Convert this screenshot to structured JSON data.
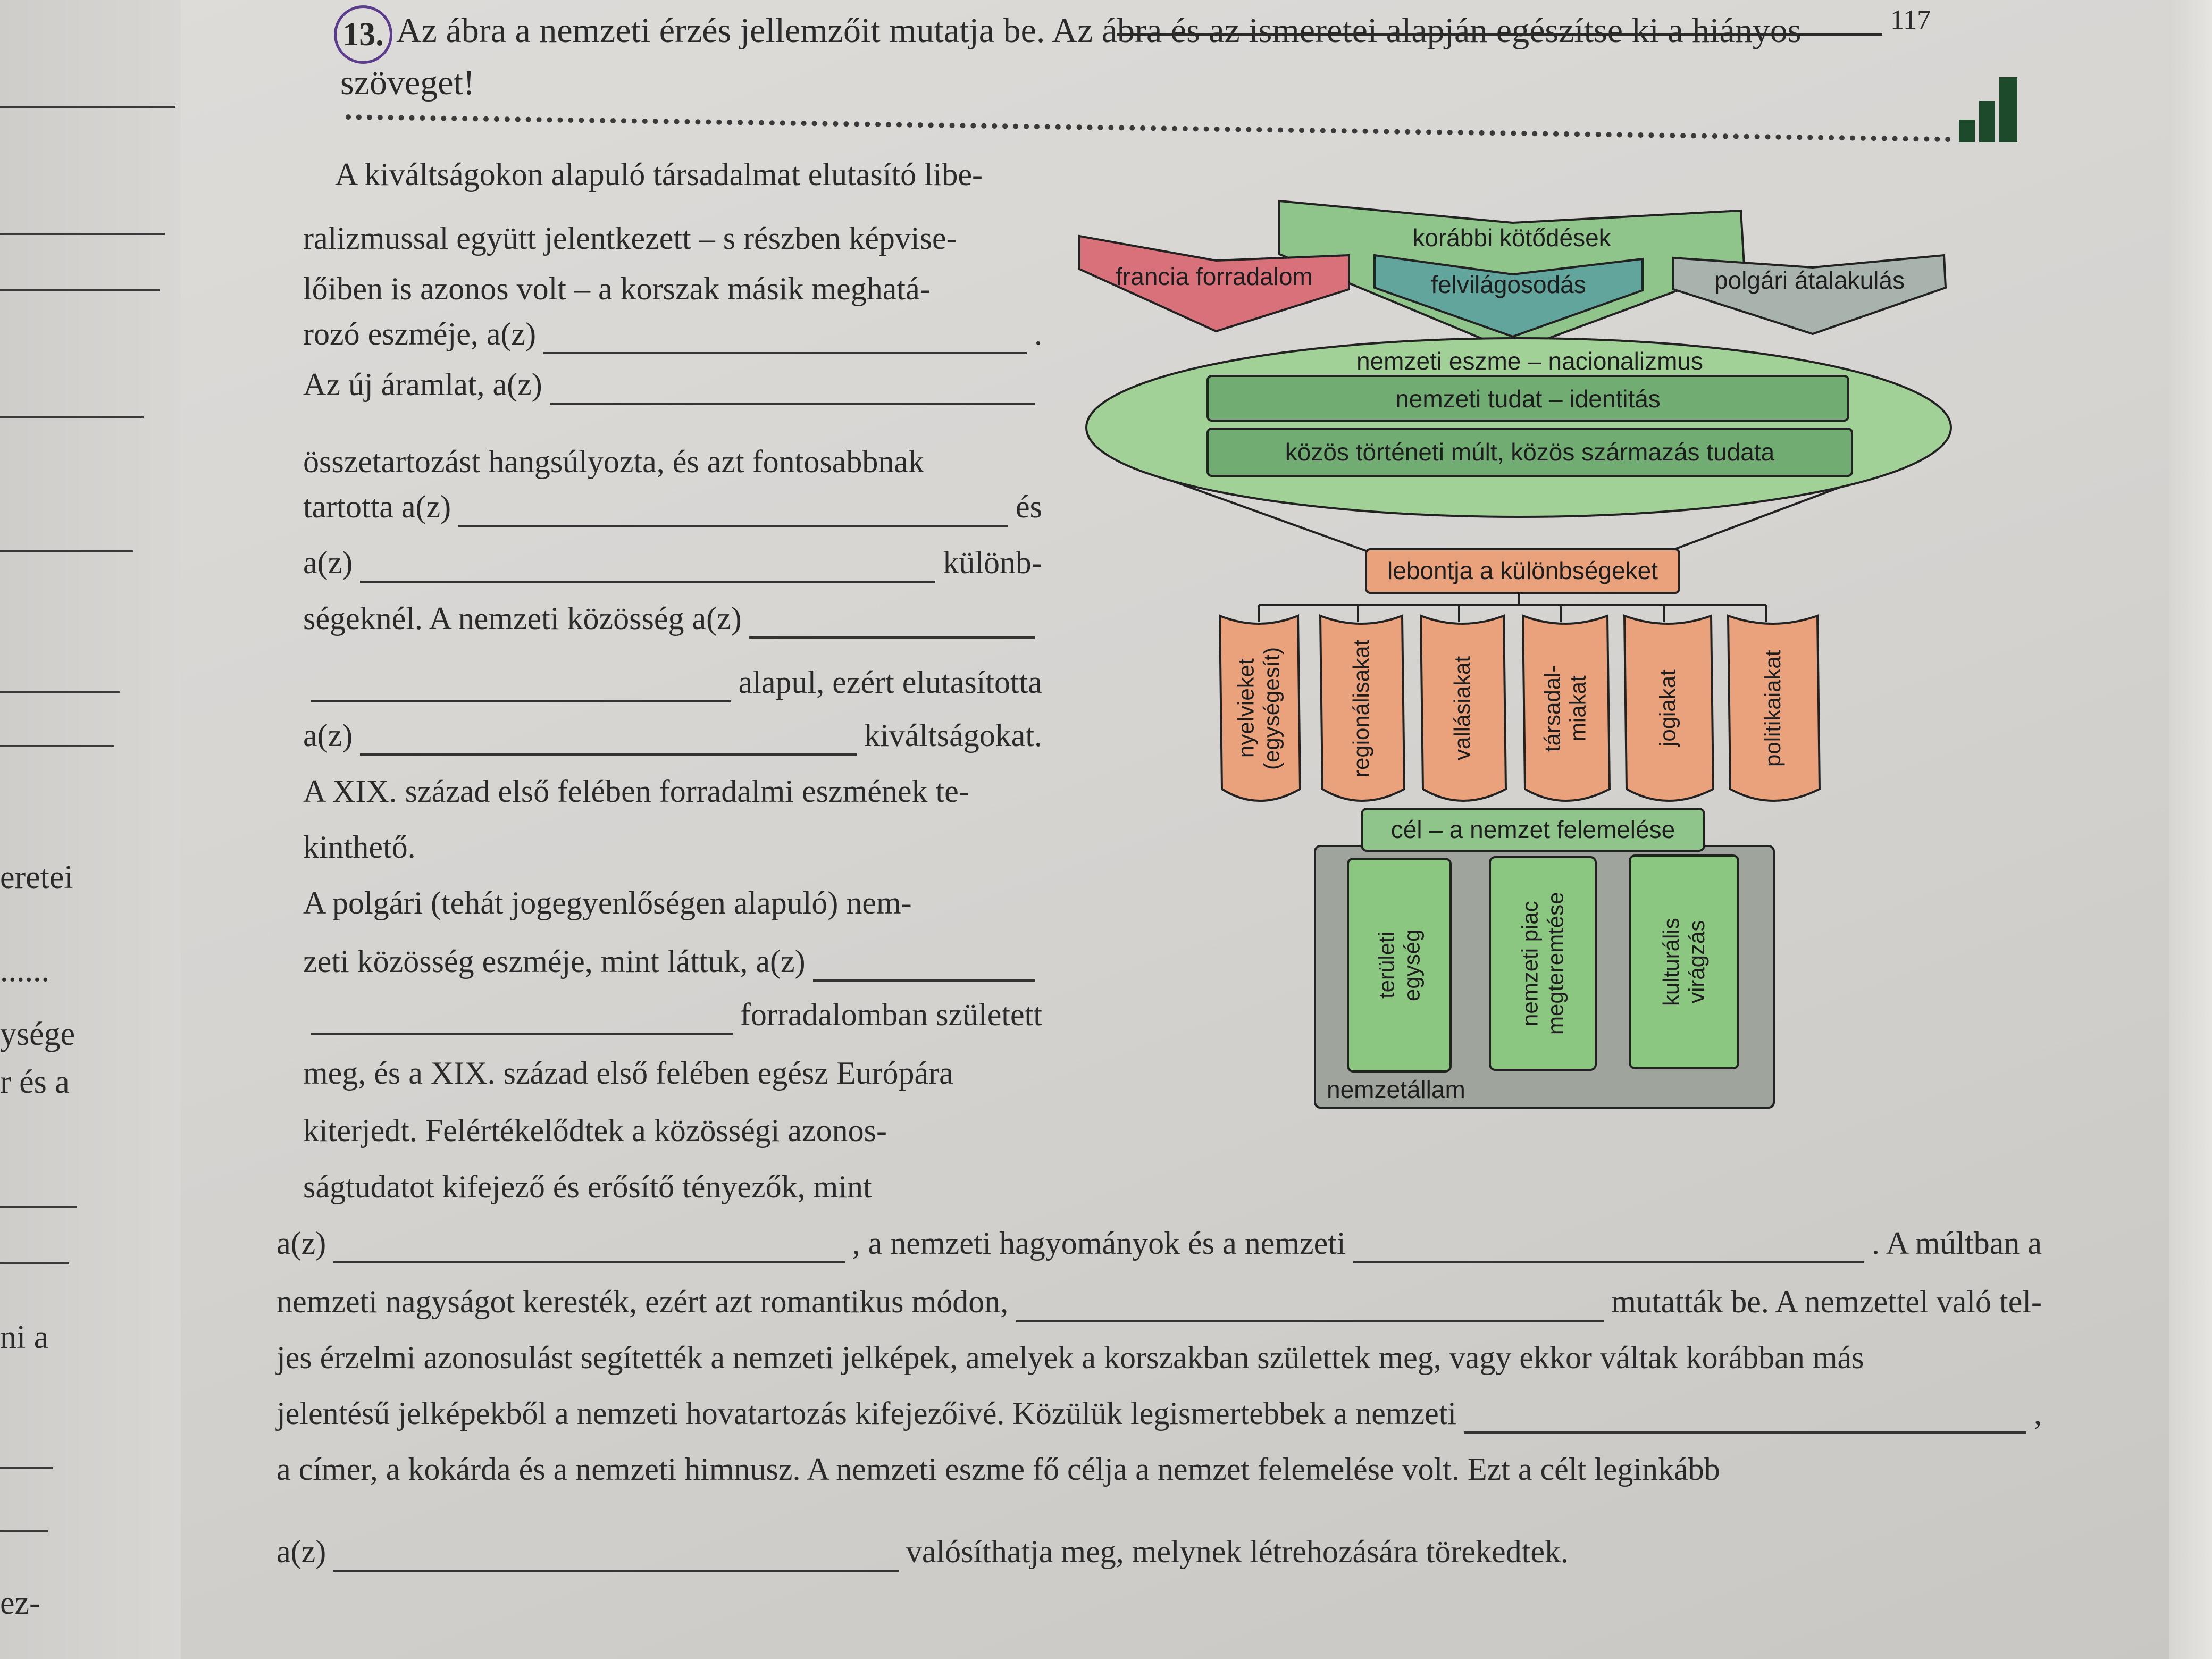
{
  "header": {
    "exercise_number": "13.",
    "instruction_line1": "Az ábra a nemzeti érzés jellemzőit mutatja be. Az ábra és az ismeretei alapján egészítse ki a hiányos",
    "instruction_line2": "szöveget!",
    "page_number": "117"
  },
  "margin_fragments": [
    "eretei",
    "......",
    "ysége",
    "r és a",
    "ni a",
    "ez-"
  ],
  "text": {
    "lines": [
      [
        {
          "t": "A kiváltságokon alapuló társadalmat elutasító libe-"
        }
      ],
      [
        {
          "t": "ralizmussal együtt jelentkezett – s részben képvise-"
        }
      ],
      [
        {
          "t": "lőiben is azonos volt – a korszak másik meghatá-"
        }
      ],
      [
        {
          "t": "rozó eszméje, a(z)"
        },
        {
          "blank": true
        },
        {
          "t": "."
        }
      ],
      [
        {
          "t": "Az új áramlat, a(z)"
        },
        {
          "blank": true
        }
      ],
      [
        {
          "t": "összetartozást hangsúlyozta, és azt fontosabbnak"
        }
      ],
      [
        {
          "t": "tartotta a(z)"
        },
        {
          "blank": true
        },
        {
          "t": "és"
        }
      ],
      [
        {
          "t": "a(z)"
        },
        {
          "blank": true
        },
        {
          "t": "különb-"
        }
      ],
      [
        {
          "t": "ségeknél. A nemzeti közösség a(z)"
        },
        {
          "blank": true
        }
      ],
      [
        {
          "blank": true
        },
        {
          "t": "alapul, ezért elutasította"
        }
      ],
      [
        {
          "t": "a(z)"
        },
        {
          "blank": true
        },
        {
          "t": "kiváltságokat."
        }
      ],
      [
        {
          "t": "A XIX. század első felében forradalmi eszmének te-"
        }
      ],
      [
        {
          "t": "kinthető."
        }
      ],
      [
        {
          "t": "A polgári (tehát jogegyenlőségen alapuló) nem-"
        }
      ],
      [
        {
          "t": "zeti közösség eszméje, mint láttuk, a(z)"
        },
        {
          "blank": true
        }
      ],
      [
        {
          "blank": true
        },
        {
          "t": "forradalomban született"
        }
      ],
      [
        {
          "t": "meg, és a XIX. század első felében egész Európára"
        }
      ],
      [
        {
          "t": "kiterjedt. Felértékelődtek a közösségi azonos-"
        }
      ],
      [
        {
          "t": "ságtudatot kifejező és erősítő tényezők, mint"
        }
      ],
      [
        {
          "t": "a(z)"
        },
        {
          "blank": true
        },
        {
          "t": ", a nemzeti hagyományok és a nemzeti"
        },
        {
          "blank": true
        },
        {
          "t": ". A múltban a"
        }
      ],
      [
        {
          "t": "nemzeti nagyságot keresték, ezért azt romantikus módon,"
        },
        {
          "blank": true
        },
        {
          "t": "mutatták be. A nemzettel való tel-"
        }
      ],
      [
        {
          "t": "jes érzelmi azonosulást segítették a nemzeti jelképek, amelyek a korszakban születtek meg, vagy ekkor váltak korábban más"
        }
      ],
      [
        {
          "t": "jelentésű jelképekből a nemzeti hovatartozás kifejezőivé. Közülük legismertebbek a nemzeti"
        },
        {
          "blank": true
        },
        {
          "t": ","
        }
      ],
      [
        {
          "t": "a címer, a kokárda és a nemzeti himnusz. A nemzeti eszme fő célja a nemzet felemelése volt. Ezt a célt leginkább"
        }
      ],
      [
        {
          "t": "a(z)"
        },
        {
          "blank": true
        },
        {
          "t": "valósíthatja meg, melynek létrehozására törekedtek."
        }
      ]
    ]
  },
  "diagram": {
    "earlier_ties": "korábbi kötődések",
    "french_revolution": "francia forradalom",
    "enlightenment": "felvilágosodás",
    "bourgeois_transformation": "polgári átalakulás",
    "national_idea": "nemzeti eszme – nacionalizmus",
    "national_consciousness": "nemzeti tudat – identitás",
    "common_past": "közös történeti múlt, közös származás tudata",
    "breaks_down": "lebontja a különbségeket",
    "columns": [
      "nyelvieket\n(egységesít)",
      "regionálisakat",
      "vallásiakat",
      "társadal-\nmiakat",
      "jogiakat",
      "politikaiakat"
    ],
    "goal": "cél – a nemzet felemelése",
    "nation_state": "nemzetállam",
    "state_items": [
      "területi\negység",
      "nemzeti piac\nmegteremtése",
      "kulturális\nvirágzás"
    ],
    "colors": {
      "red": "#d9717b",
      "green": "#8fc58b",
      "teal": "#62a59c",
      "gray": "#a9b3ad",
      "ellipse": "#a2d197",
      "bar": "#71ac73",
      "orange": "#e9a27c",
      "state_box": "#9fa49d",
      "state_item": "#8cc781"
    }
  }
}
